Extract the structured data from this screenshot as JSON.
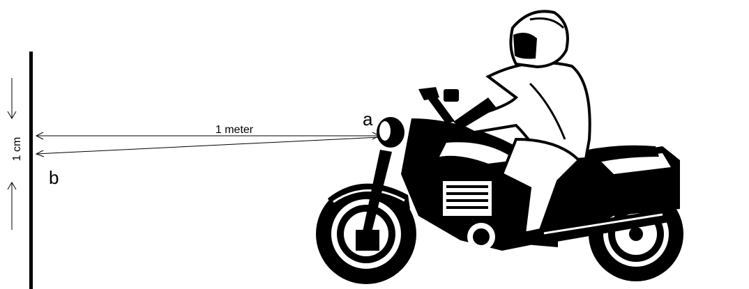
{
  "labels": {
    "distance": "1 meter",
    "point_a": "a",
    "point_b": "b",
    "height": "1 cm"
  },
  "colors": {
    "ink": "#000000",
    "background": "#ffffff"
  },
  "icons": {
    "rider": "motorcycle-rider-icon"
  }
}
